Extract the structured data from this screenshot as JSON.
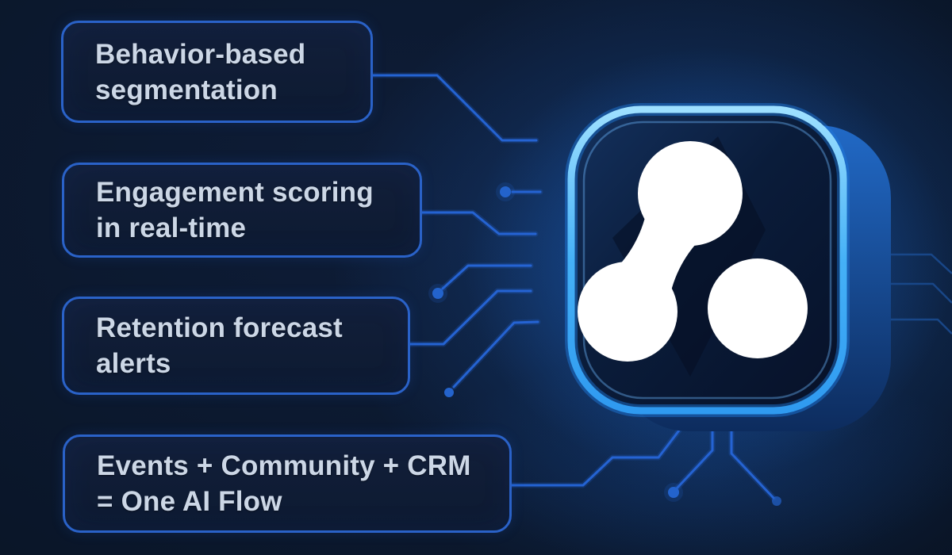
{
  "features": [
    {
      "id": "behavior-segmentation",
      "line1": "Behavior-based",
      "line2": "segmentation"
    },
    {
      "id": "engagement-scoring",
      "line1": "Engagement scoring",
      "line2": "in real-time"
    },
    {
      "id": "retention-alerts",
      "line1": "Retention forecast",
      "line2": "alerts"
    },
    {
      "id": "one-ai-flow",
      "line1": "Events + Community + CRM",
      "line2": "= One AI Flow"
    }
  ],
  "icon": {
    "name": "molecule-network-logo",
    "description": "white logo of two connected circles plus one separate circle inside a glowing blue rounded square with 3D extrusion"
  },
  "colors": {
    "background": "#0a1628",
    "card_border": "#2a62c8",
    "card_fill": "#101f38",
    "card_text": "#ccd7e6",
    "connector": "#2666d8",
    "trace": "#1a4a8e",
    "icon_border": "#45b1f7",
    "icon_glow": "#1f7ce0",
    "logo": "#ffffff"
  }
}
